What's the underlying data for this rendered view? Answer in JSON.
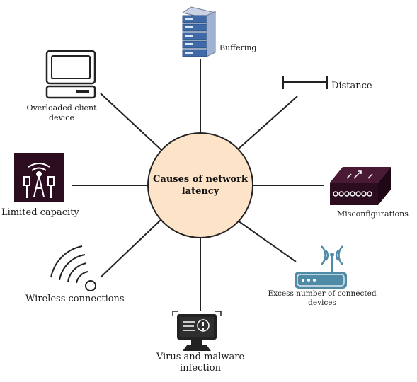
{
  "center": {
    "line1": "Causes of network",
    "line2": "latency"
  },
  "causes": {
    "buffering": "Buffering",
    "distance": "Distance",
    "overloaded_line1": "Overloaded client",
    "overloaded_line2": "device",
    "limited_capacity": "Limited capacity",
    "misconfigurations": "Misconfigurations",
    "wireless": "Wireless connections",
    "excess_line1": "Excess number of connected",
    "excess_line2": "devices",
    "virus_line1": "Virus and malware",
    "virus_line2": "infection"
  },
  "colors": {
    "center_fill": "#fde3c8",
    "line": "#222222",
    "server_blue": "#3f6aa8",
    "dark_purple": "#2b0d1f",
    "router_blue": "#4f8aa6"
  },
  "icons": [
    "server-icon",
    "ruler-icon",
    "monitor-icon",
    "antenna-icon",
    "firewall-icon",
    "wifi-signal-icon",
    "router-icon",
    "malware-icon"
  ]
}
